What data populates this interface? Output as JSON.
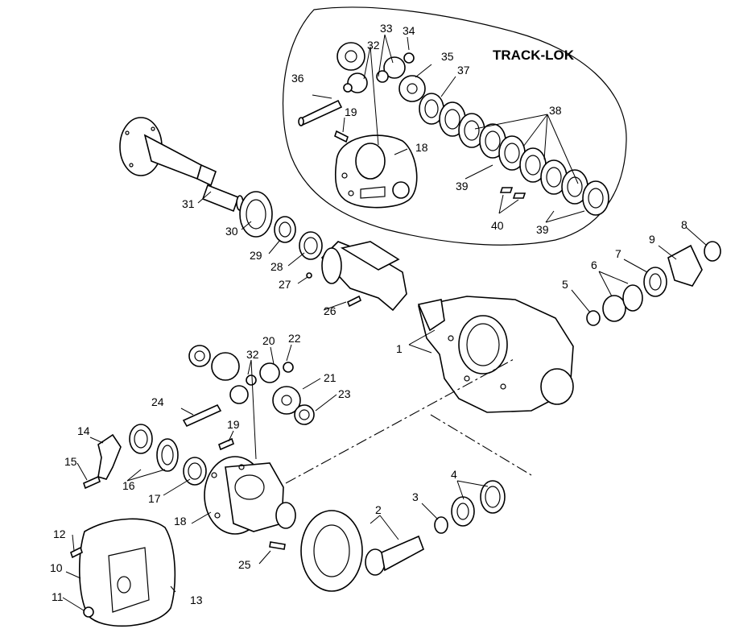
{
  "diagram": {
    "inset_title": "TRACK-LOK",
    "callouts": {
      "c1": "1",
      "c2": "2",
      "c3": "3",
      "c4": "4",
      "c5": "5",
      "c6": "6",
      "c7": "7",
      "c8": "8",
      "c9": "9",
      "c10": "10",
      "c11": "11",
      "c12": "12",
      "c13": "13",
      "c14": "14",
      "c15": "15",
      "c16": "16",
      "c17": "17",
      "c18a": "18",
      "c18b": "18",
      "c19a": "19",
      "c19b": "19",
      "c20": "20",
      "c21": "21",
      "c22": "22",
      "c23": "23",
      "c24": "24",
      "c25": "25",
      "c26": "26",
      "c27": "27",
      "c28": "28",
      "c29": "29",
      "c30": "30",
      "c31": "31",
      "c32a": "32",
      "c32b": "32",
      "c33": "33",
      "c34": "34",
      "c35": "35",
      "c36": "36",
      "c37": "37",
      "c38": "38",
      "c39a": "39",
      "c39b": "39",
      "c40": "40"
    }
  }
}
